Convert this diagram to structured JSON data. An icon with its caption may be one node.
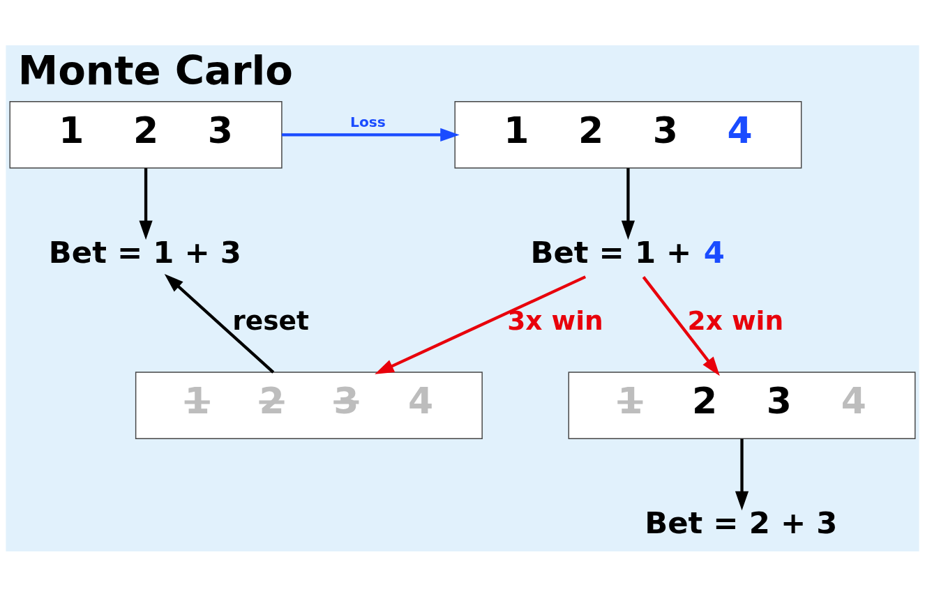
{
  "diagram": {
    "title": "Monte Carlo",
    "nodes": [
      {
        "text": [
          "1",
          "2",
          "3"
        ]
      },
      {
        "text": [
          "1",
          "2",
          "3",
          "4"
        ]
      },
      {
        "text": [
          "Bet = 1 + 3"
        ]
      },
      {
        "text": [
          "Bet = 1 + 4"
        ]
      },
      {
        "text": [
          "1",
          "2",
          "3",
          "4"
        ]
      },
      {
        "text": [
          "1",
          "2",
          "3",
          "4"
        ]
      },
      {
        "text": [
          "Bet = 2 + 3"
        ]
      }
    ],
    "edges": [
      {
        "from": 0,
        "to": 1,
        "arrow": "to",
        "label": "Loss",
        "color": "#1a4cff"
      },
      {
        "from": 0,
        "to": 2,
        "arrow": "to"
      },
      {
        "from": 1,
        "to": 3,
        "arrow": "to"
      },
      {
        "from": 3,
        "to": 4,
        "arrow": "to",
        "label": "3x win",
        "color": "#e8000b"
      },
      {
        "from": 3,
        "to": 5,
        "arrow": "to",
        "label": "2x win",
        "color": "#e8000b"
      },
      {
        "from": 4,
        "to": 2,
        "arrow": "to",
        "label": "reset"
      },
      {
        "from": 5,
        "to": 6,
        "arrow": "to"
      }
    ]
  }
}
